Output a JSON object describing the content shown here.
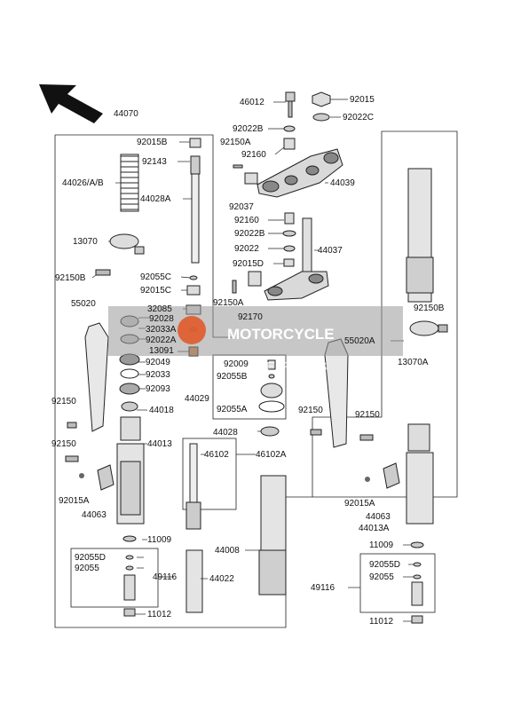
{
  "watermark": {
    "brand": "MOTORCYCLE",
    "sub": "SPARE PARTS"
  },
  "labels": {
    "p44070": "44070",
    "p46012": "46012",
    "p92015": "92015",
    "p92022C": "92022C",
    "p92015B": "92015B",
    "p92022B_top": "92022B",
    "p92150A_top": "92150A",
    "p92143": "92143",
    "p92160_top": "92160",
    "p44026": "44026/A/B",
    "p44028A": "44028A",
    "p44039": "44039",
    "p92037": "92037",
    "p92160_mid": "92160",
    "p92022B_mid": "92022B",
    "p92022": "92022",
    "p44037": "44037",
    "p92015D_top": "92015D",
    "p13070": "13070",
    "p92150B_left": "92150B",
    "p92055C": "92055C",
    "p92015C": "92015C",
    "p92150A_mid": "92150A",
    "p92170": "92170",
    "p55020": "55020",
    "p32085": "32085",
    "p92028": "92028",
    "p32033A": "32033A",
    "p92022A": "92022A",
    "p13091": "13091",
    "p92049": "92049",
    "p92033": "92033",
    "p92093": "92093",
    "p44018": "44018",
    "p92009": "92009",
    "p92055B": "92055B",
    "p44029": "44029",
    "p92055A": "92055A",
    "p55020A": "55020A",
    "p92150B_right": "92150B",
    "p13070A": "13070A",
    "p92150_left": "92150",
    "p92150_left2": "92150",
    "p44013": "44013",
    "p44028": "44028",
    "p92150_rc": "92150",
    "p92150_rr": "92150",
    "p46102": "46102",
    "p46102A": "46102A",
    "p92015A_left": "92015A",
    "p44063_left": "44063",
    "p11009_left": "11009",
    "p92055D_left": "92055D",
    "p92055_left": "92055",
    "p49116_left": "49116",
    "p44008": "44008",
    "p44022": "44022",
    "p11012_left": "11012",
    "p92015A_right": "92015A",
    "p44063_right": "44063",
    "p44013A": "44013A",
    "p11009_right": "11009",
    "p49116_right": "49116",
    "p92055D_right": "92055D",
    "p92055_right": "92055",
    "p11012_right": "11012"
  }
}
